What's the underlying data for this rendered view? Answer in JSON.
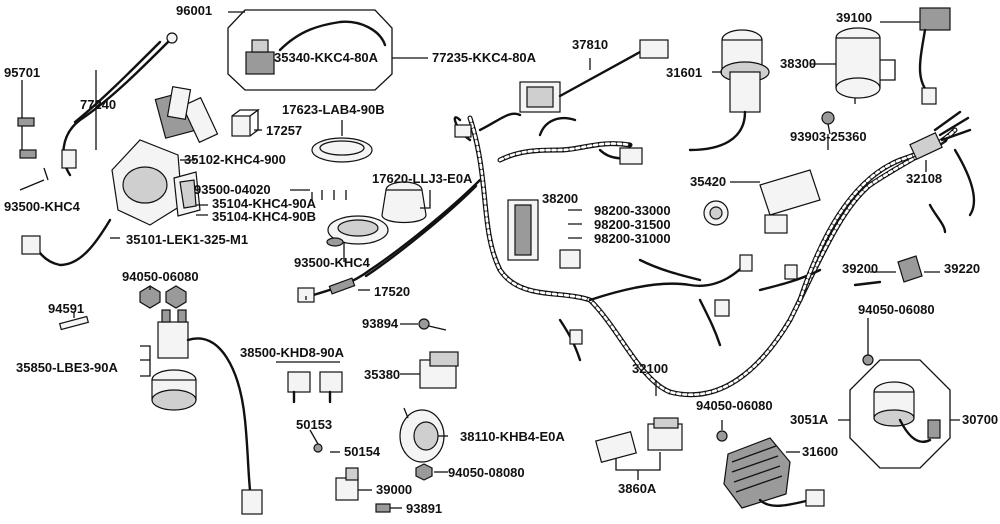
{
  "labels": {
    "l96001": "96001",
    "l35340": "35340-KKC4-80A",
    "l77235": "77235-KKC4-80A",
    "l37810": "37810",
    "l39100": "39100",
    "l95701": "95701",
    "l77240": "77240",
    "l93500a": "93500-KHC4",
    "l35102": "35102-KHC4-900",
    "l17623": "17623-LAB4-90B",
    "l17257": "17257",
    "l31601": "31601",
    "l38300": "38300",
    "l93903": "93903-25360",
    "l32108": "32108",
    "l93500_04020": "93500-04020",
    "l17620": "17620-LLJ3-E0A",
    "l35104a": "35104-KHC4-90A",
    "l35104b": "35104-KHC4-90B",
    "l35101": "35101-LEK1-325-M1",
    "l35420": "35420",
    "l38200": "38200",
    "l98200_33": "98200-33000",
    "l98200_315": "98200-31500",
    "l98200_31": "98200-31000",
    "l93500b": "93500-KHC4",
    "l94050a": "94050-06080",
    "l94591": "94591",
    "l17520": "17520",
    "l39200": "39200",
    "l39220": "39220",
    "l94050b": "94050-06080",
    "l93894": "93894",
    "l35850": "35850-LBE3-90A",
    "l38500": "38500-KHD8-90A",
    "l35380": "35380",
    "l32100": "32100",
    "l94050c": "94050-06080",
    "l3051a": "3051A",
    "l30700": "30700",
    "l50153": "50153",
    "l50154": "50154",
    "l38110": "38110-KHB4-E0A",
    "l31600": "31600",
    "l94050_08": "94050-08080",
    "l3860a": "3860A",
    "l39000": "39000",
    "l93891": "93891"
  }
}
